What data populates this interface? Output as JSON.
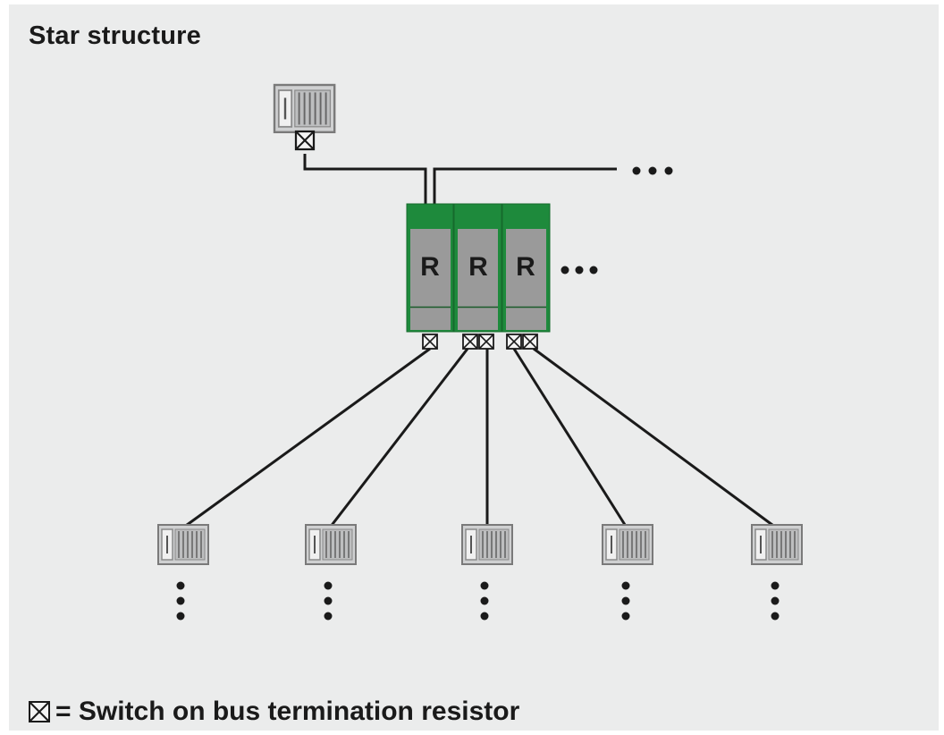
{
  "title": "Star structure",
  "legend": {
    "text": "= Switch on bus termination resistor",
    "symbol": "termination-switch-icon"
  },
  "repeater_label": "R",
  "continuation": "•••",
  "colors": {
    "background": "#ebecec",
    "repeater_green": "#1e8a3c",
    "repeater_gray": "#9a9a9a",
    "line": "#1a1a1a"
  }
}
